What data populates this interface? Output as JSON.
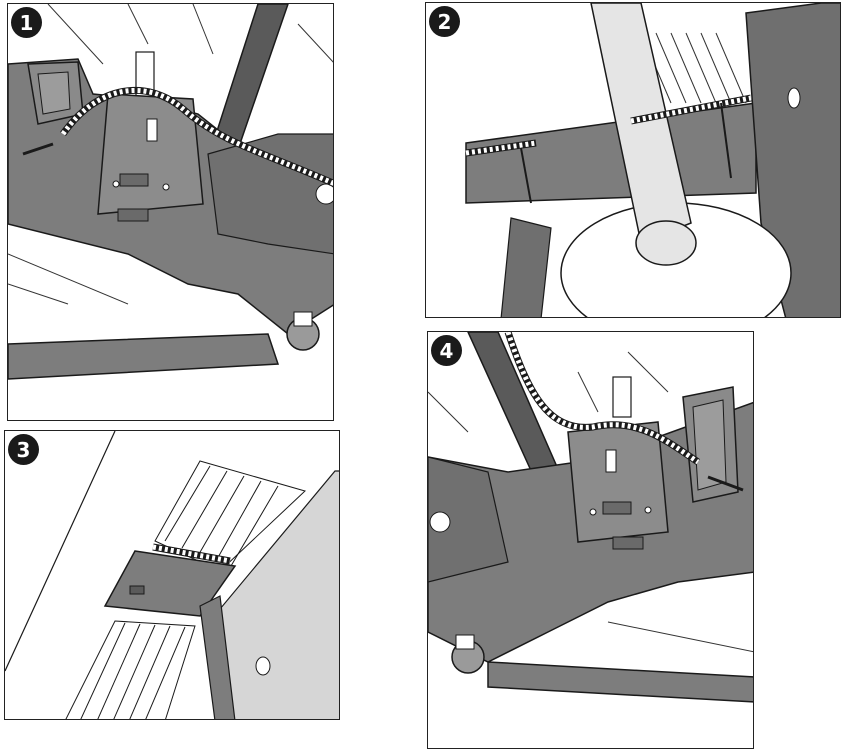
{
  "figure": {
    "colors": {
      "frame": "#7d7d7d",
      "frame_dark": "#5a5a5a",
      "outline": "#1a1a1a",
      "light_panel": "#d6d6d6",
      "cable_black": "#1a1a1a",
      "cable_white": "#ffffff"
    },
    "steps": [
      {
        "number": "1"
      },
      {
        "number": "2"
      },
      {
        "number": "3"
      },
      {
        "number": "4"
      }
    ]
  }
}
